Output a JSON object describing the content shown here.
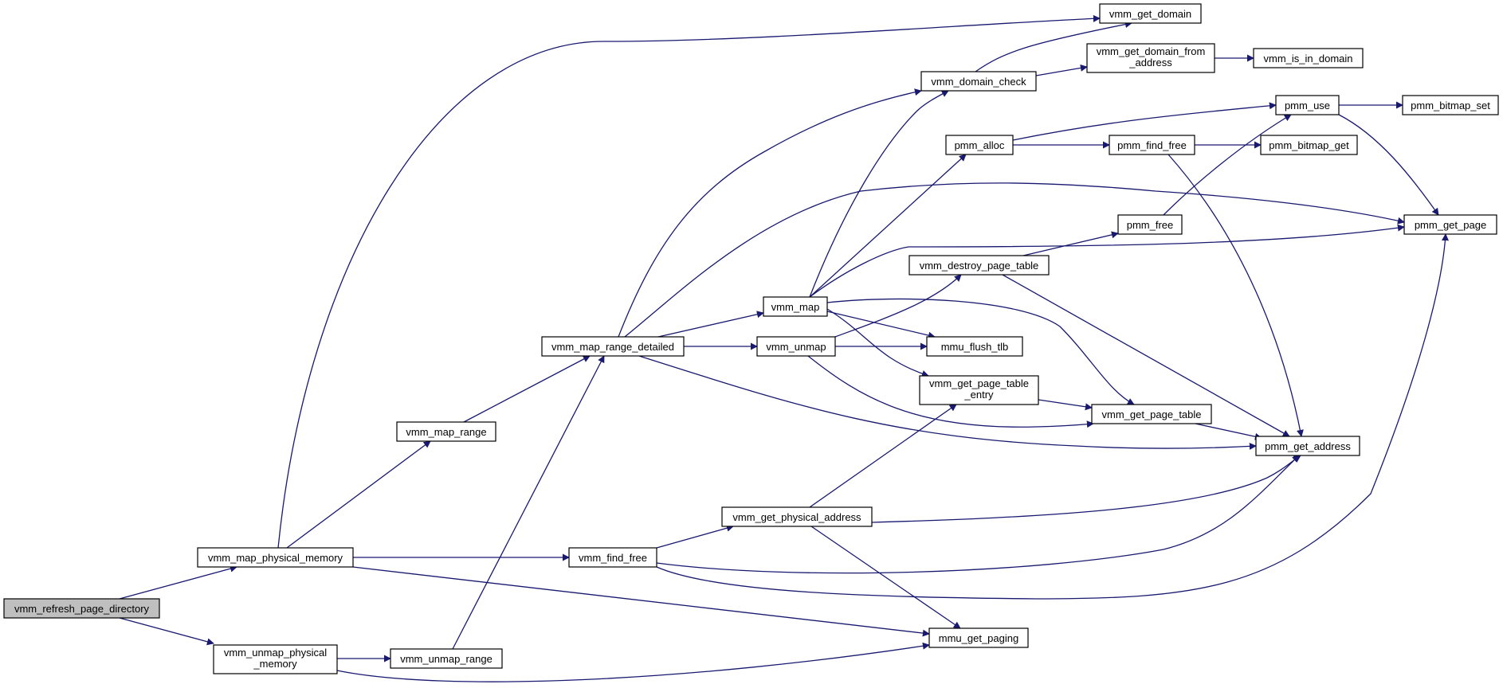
{
  "colors": {
    "edge": "#191970",
    "node_fill": "#ffffff",
    "root_fill": "#bfbfbf",
    "border": "#000000"
  },
  "nodes": {
    "vmm_refresh_page_directory": [
      "vmm_refresh_page_directory"
    ],
    "vmm_map_physical_memory": [
      "vmm_map_physical_memory"
    ],
    "vmm_unmap_physical_memory": [
      "vmm_unmap_physical",
      "_memory"
    ],
    "vmm_map_range": [
      "vmm_map_range"
    ],
    "vmm_unmap_range": [
      "vmm_unmap_range"
    ],
    "vmm_map_range_detailed": [
      "vmm_map_range_detailed"
    ],
    "vmm_find_free": [
      "vmm_find_free"
    ],
    "vmm_get_physical_address": [
      "vmm_get_physical_address"
    ],
    "vmm_map": [
      "vmm_map"
    ],
    "vmm_unmap": [
      "vmm_unmap"
    ],
    "vmm_domain_check": [
      "vmm_domain_check"
    ],
    "vmm_get_domain": [
      "vmm_get_domain"
    ],
    "vmm_get_domain_from_address": [
      "vmm_get_domain_from",
      "_address"
    ],
    "vmm_is_in_domain": [
      "vmm_is_in_domain"
    ],
    "pmm_alloc": [
      "pmm_alloc"
    ],
    "pmm_find_free": [
      "pmm_find_free"
    ],
    "pmm_use": [
      "pmm_use"
    ],
    "pmm_bitmap_set": [
      "pmm_bitmap_set"
    ],
    "pmm_bitmap_get": [
      "pmm_bitmap_get"
    ],
    "pmm_get_page": [
      "pmm_get_page"
    ],
    "pmm_free": [
      "pmm_free"
    ],
    "vmm_destroy_page_table": [
      "vmm_destroy_page_table"
    ],
    "mmu_flush_tlb": [
      "mmu_flush_tlb"
    ],
    "vmm_get_page_table_entry": [
      "vmm_get_page_table",
      "_entry"
    ],
    "vmm_get_page_table": [
      "vmm_get_page_table"
    ],
    "pmm_get_address": [
      "pmm_get_address"
    ],
    "mmu_get_paging": [
      "mmu_get_paging"
    ]
  }
}
